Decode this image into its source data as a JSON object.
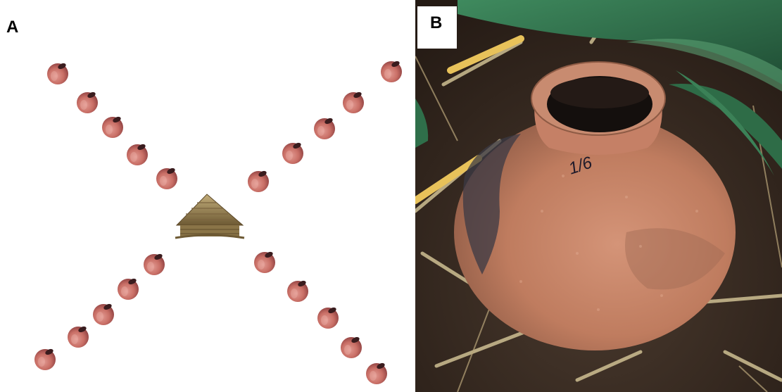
{
  "panels": [
    {
      "id": "A",
      "label": "A"
    },
    {
      "id": "B",
      "label": "B"
    }
  ],
  "photo": {
    "pot_mark": "1/6"
  },
  "colors": {
    "pot_fill": "#c96f66",
    "pot_shadow": "#8a3d3e",
    "hut_thatch": "#a58d5c",
    "soil": "#3a2d24",
    "leaf": "#2f6f4a",
    "clay_pot": "#c07a5d"
  }
}
